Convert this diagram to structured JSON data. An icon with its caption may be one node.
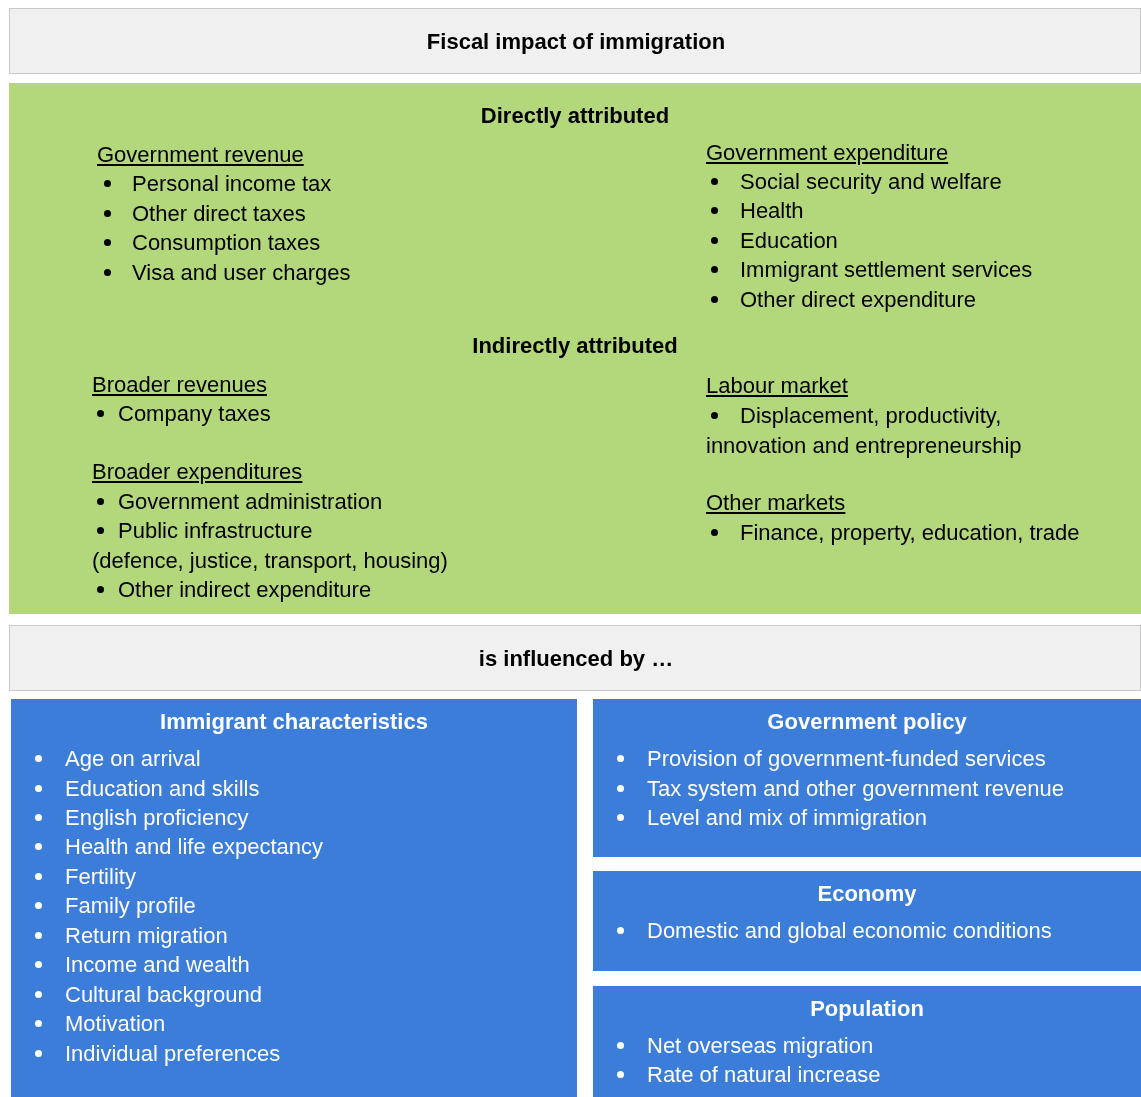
{
  "diagram": {
    "nodes": [
      {
        "text": [
          "Fiscal impact of immigration"
        ]
      },
      {
        "text": [
          "Directly attributed",
          "Government revenue",
          "Personal income tax",
          "Other direct taxes",
          "Consumption taxes",
          "Visa and user charges",
          "Government expenditure",
          "Social security and welfare",
          "Health",
          "Education",
          "Immigrant settlement services",
          "Other direct expenditure",
          "Indirectly attributed",
          "Broader revenues",
          "Company taxes",
          "Broader expenditures",
          "Government administration",
          "Public infrastructure (defence, justice, transport, housing)",
          "Other indirect expenditure",
          "Labour market",
          "Displacement, productivity, innovation and entrepreneurship",
          "Other markets",
          "Finance, property, education, trade"
        ]
      },
      {
        "text": [
          "is influenced by …"
        ]
      },
      {
        "text": [
          "Immigrant characteristics",
          "Age on arrival",
          "Education and skills",
          "English proficiency",
          "Health and life expectancy",
          "Fertility",
          "Family profile",
          "Return migration",
          "Income and wealth",
          "Cultural background",
          "Motivation",
          "Individual preferences"
        ]
      },
      {
        "text": [
          "Government policy",
          "Provision of government-funded services",
          "Tax system and other government revenue",
          "Level and mix of immigration"
        ]
      },
      {
        "text": [
          "Economy",
          "Domestic and global economic conditions"
        ]
      },
      {
        "text": [
          "Population",
          "Net overseas migration",
          "Rate of natural increase"
        ]
      }
    ]
  }
}
